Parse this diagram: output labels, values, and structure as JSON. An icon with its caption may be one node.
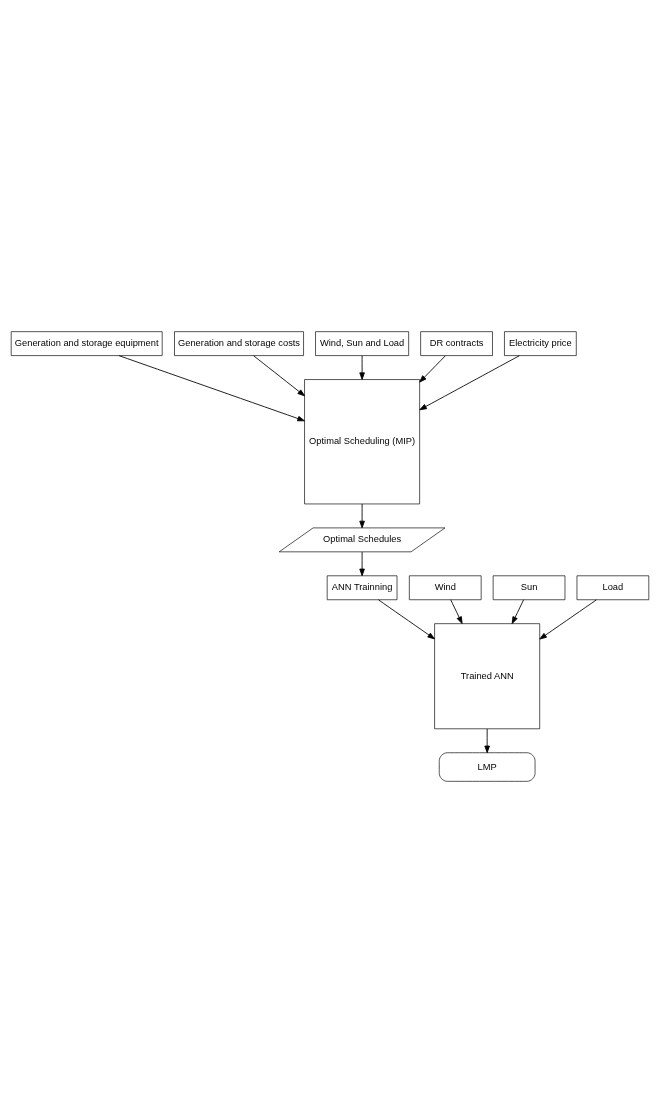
{
  "diagram": {
    "nodes": [
      {
        "text": [
          "Generation and storage equipment"
        ]
      },
      {
        "text": [
          "Generation and storage costs"
        ]
      },
      {
        "text": [
          "Wind, Sun and Load"
        ]
      },
      {
        "text": [
          "DR contracts"
        ]
      },
      {
        "text": [
          "Electricity price"
        ]
      },
      {
        "text": [
          "Optimal Scheduling (MIP)"
        ]
      },
      {
        "text": [
          "Optimal Schedules"
        ]
      },
      {
        "text": [
          "ANN Trainning"
        ]
      },
      {
        "text": [
          "Wind"
        ]
      },
      {
        "text": [
          "Sun"
        ]
      },
      {
        "text": [
          "Load"
        ]
      },
      {
        "text": [
          "Trained ANN"
        ]
      },
      {
        "text": [
          "LMP"
        ]
      }
    ],
    "edges": [
      {
        "from": 0,
        "to": 5,
        "arrow": "to"
      },
      {
        "from": 1,
        "to": 5,
        "arrow": "to"
      },
      {
        "from": 2,
        "to": 5,
        "arrow": "to"
      },
      {
        "from": 3,
        "to": 5,
        "arrow": "to"
      },
      {
        "from": 4,
        "to": 5,
        "arrow": "to"
      },
      {
        "from": 5,
        "to": 6,
        "arrow": "to"
      },
      {
        "from": 6,
        "to": 7,
        "arrow": "to"
      },
      {
        "from": 7,
        "to": 11,
        "arrow": "to"
      },
      {
        "from": 8,
        "to": 11,
        "arrow": "to"
      },
      {
        "from": 9,
        "to": 11,
        "arrow": "to"
      },
      {
        "from": 10,
        "to": 11,
        "arrow": "to"
      },
      {
        "from": 11,
        "to": 12,
        "arrow": "to"
      }
    ]
  }
}
